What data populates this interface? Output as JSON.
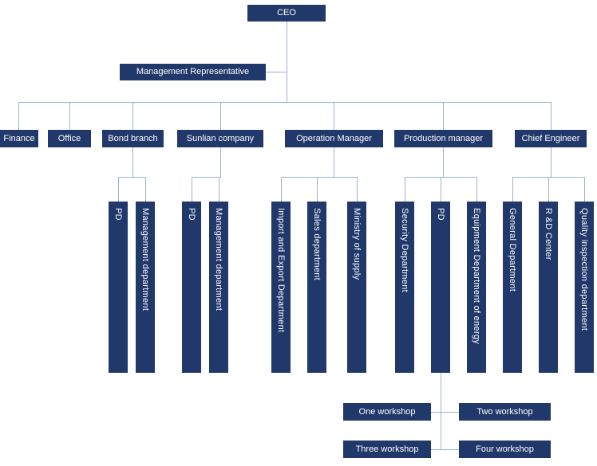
{
  "colors": {
    "box": "#21386b",
    "line": "#9db3cc",
    "text": "#ffffff",
    "background": "#ffffff"
  },
  "org": {
    "ceo": {
      "label": "CEO"
    },
    "management_representative": {
      "label": "Management Representative"
    },
    "level1": [
      {
        "label": "Finance"
      },
      {
        "label": "Office"
      },
      {
        "label": "Bond branch"
      },
      {
        "label": "Sunlian company"
      },
      {
        "label": "Operation Manager"
      },
      {
        "label": "Production manager"
      },
      {
        "label": "Chief  Engineer"
      }
    ],
    "bond_branch_children": [
      {
        "label": "PD"
      },
      {
        "label": "Management department"
      }
    ],
    "sunlian_children": [
      {
        "label": "PD"
      },
      {
        "label": "Management department"
      }
    ],
    "operation_children": [
      {
        "label": "Import and Export Department"
      },
      {
        "label": "Sales department"
      },
      {
        "label": "Ministry of supply"
      }
    ],
    "production_children": [
      {
        "label": "Security Department"
      },
      {
        "label": "PD"
      },
      {
        "label": "Equipment Department of energy"
      }
    ],
    "chief_children": [
      {
        "label": "General Department"
      },
      {
        "label": "R &D Center"
      },
      {
        "label": "Quality inspection department"
      }
    ],
    "workshops": [
      {
        "label": "One workshop"
      },
      {
        "label": "Two workshop"
      },
      {
        "label": "Three workshop"
      },
      {
        "label": "Four workshop"
      }
    ]
  }
}
